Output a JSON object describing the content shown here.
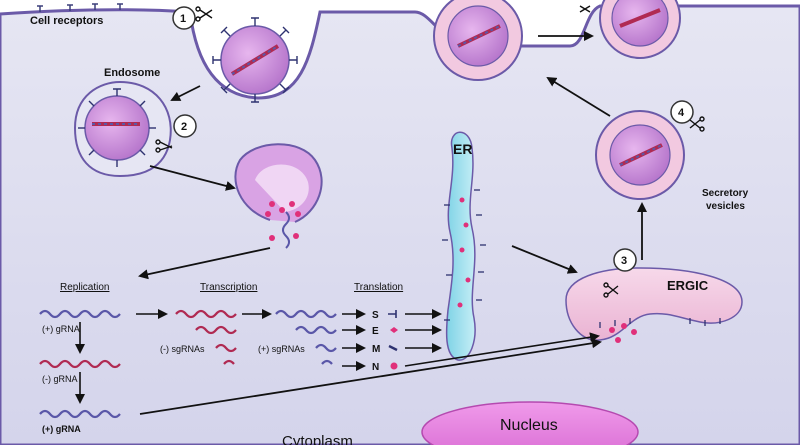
{
  "labels": {
    "cell_receptors": "Cell receptors",
    "endosome": "Endosome",
    "er": "ER",
    "ergic": "ERGIC",
    "secretory_vesicles_line1": "Secretory",
    "secretory_vesicles_line2": "vesicles",
    "nucleus": "Nucleus",
    "cytoplasm": "Cytoplasm"
  },
  "steps": [
    "1",
    "2",
    "3",
    "4"
  ],
  "sections": {
    "replication": "Replication",
    "transcription": "Transcription",
    "translation": "Translation"
  },
  "rna_labels": {
    "pos_grna": "(+) gRNA",
    "neg_grna": "(-) gRNA",
    "pos_grna_final": "(+) gRNA",
    "neg_sgrnas": "(-) sgRNAs",
    "pos_sgrnas": "(+) sgRNAs"
  },
  "proteins": [
    "S",
    "E",
    "M",
    "N"
  ],
  "colors": {
    "cytoplasm": "#dcdcef",
    "membrane": "#6b5aa8",
    "virion_fill": "#c689d6",
    "er_fill": "#9fe0ee",
    "ergic_fill": "#f2c9e0",
    "nucleus_fill": "#e07ad9",
    "positive_rna": "#5a57a8",
    "negative_rna": "#b02a52",
    "particle": "#e0307a"
  }
}
